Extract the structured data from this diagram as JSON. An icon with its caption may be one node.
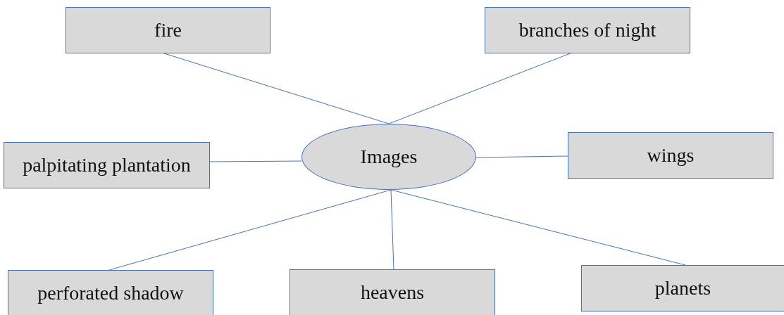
{
  "diagram": {
    "nodes": [
      {
        "text": [
          "fire"
        ]
      },
      {
        "text": [
          "branches of night"
        ]
      },
      {
        "text": [
          "palpitating plantation"
        ]
      },
      {
        "text": [
          "Images"
        ]
      },
      {
        "text": [
          "wings"
        ]
      },
      {
        "text": [
          "perforated shadow"
        ]
      },
      {
        "text": [
          "heavens"
        ]
      },
      {
        "text": [
          "planets"
        ]
      }
    ],
    "edges": [
      {
        "from": 3,
        "to": 0,
        "arrow": "none"
      },
      {
        "from": 3,
        "to": 1,
        "arrow": "none"
      },
      {
        "from": 3,
        "to": 2,
        "arrow": "none"
      },
      {
        "from": 3,
        "to": 4,
        "arrow": "none"
      },
      {
        "from": 3,
        "to": 5,
        "arrow": "none"
      },
      {
        "from": 3,
        "to": 6,
        "arrow": "none"
      },
      {
        "from": 3,
        "to": 7,
        "arrow": "none"
      }
    ]
  }
}
